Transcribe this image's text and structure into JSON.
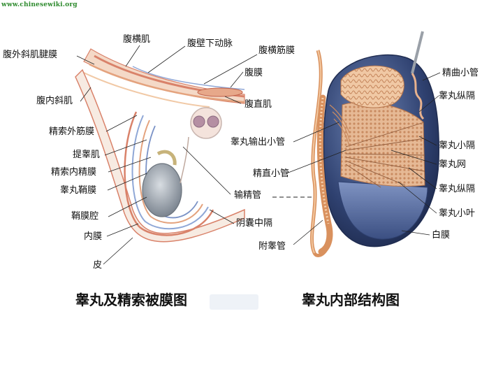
{
  "watermark": "www.chinesewiki.org",
  "left_figure": {
    "caption": "睾丸及精索被膜图",
    "labels": {
      "transverse_abdominis": "腹横肌",
      "inferior_epigastric_artery": "腹壁下动脉",
      "transversalis_fascia": "腹横筋膜",
      "external_oblique_aponeurosis": "腹外斜肌腱膜",
      "peritoneum": "腹膜",
      "internal_oblique": "腹内斜肌",
      "rectus_abdominis": "腹直肌",
      "external_spermatic_fascia": "精索外筋膜",
      "cremaster": "提睾肌",
      "internal_spermatic_fascia": "精索内精膜",
      "tunica_vaginalis": "睾丸鞘膜",
      "vaginal_cavity": "鞘膜腔",
      "dartos": "内膜",
      "skin": "皮",
      "vas_deferens": "输精管",
      "scrotal_septum": "阴囊中隔"
    }
  },
  "right_figure": {
    "caption": "睾丸内部结构图",
    "labels": {
      "convoluted_tubules": "精曲小管",
      "mediastinum_testis": "睾丸纵隔",
      "efferent_ductules": "睾丸输出小管",
      "lobules": "睾丸小隔",
      "rete_testis": "睾丸网",
      "straight_tubules": "精直小管",
      "septula": "睾丸纵隔",
      "testicular_lobule": "睾丸小叶",
      "epididymis": "附睾管",
      "tunica_albuginea": "白膜"
    }
  },
  "colors": {
    "muscle": "#d9826a",
    "fascia_blue": "#8fa7d6",
    "testis_gray": "#9aa3ad",
    "tunica_dark": "#2f4170",
    "tubule": "#e8b28e",
    "epididymis": "#d9915e",
    "watermark": "#2d8a2d"
  }
}
